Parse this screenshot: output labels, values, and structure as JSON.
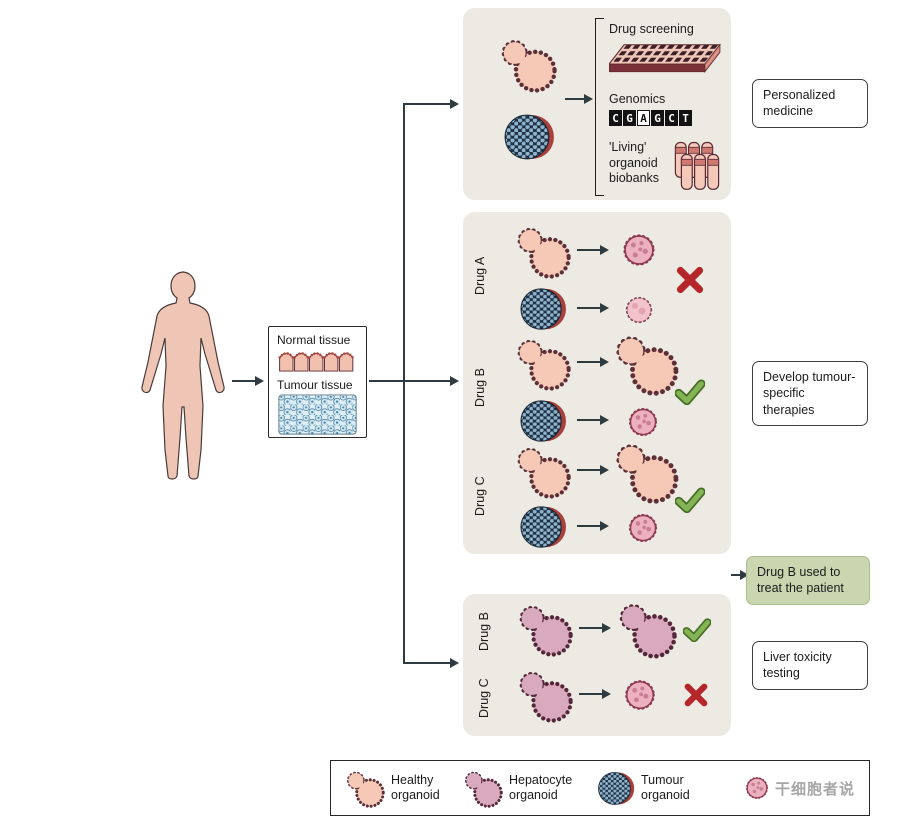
{
  "figure": {
    "tissue_box": {
      "normal": "Normal tissue",
      "tumour": "Tumour tissue"
    },
    "top_panel": {
      "drug_screening": "Drug screening",
      "genomics": "Genomics",
      "sequence": [
        "C",
        "G",
        "A",
        "G",
        "C",
        "T"
      ],
      "biobanks": "'Living' organoid biobanks"
    },
    "middle_panel": {
      "rows": [
        {
          "drug": "Drug A",
          "healthy_result": "damaged",
          "tumour_result": "survives",
          "outcome": "fail"
        },
        {
          "drug": "Drug B",
          "healthy_result": "intact",
          "tumour_result": "killed",
          "outcome": "pass"
        },
        {
          "drug": "Drug C",
          "healthy_result": "intact",
          "tumour_result": "killed",
          "outcome": "pass"
        }
      ]
    },
    "bottom_panel": {
      "rows": [
        {
          "drug": "Drug B",
          "result": "intact",
          "outcome": "pass"
        },
        {
          "drug": "Drug C",
          "result": "damaged",
          "outcome": "fail"
        }
      ]
    },
    "callouts": {
      "personalized_medicine": "Personalized medicine",
      "tumour_specific": "Develop tumour-specific therapies",
      "drug_b_note": "Drug B used to treat the patient",
      "liver_toxicity": "Liver toxicity testing"
    },
    "legend": {
      "healthy": "Healthy organoid",
      "hepatocyte": "Hepatocyte organoid",
      "tumour": "Tumour organoid",
      "watermark": "干细胞者说"
    },
    "colors": {
      "panel_bg": "#ECEAE2",
      "healthy_fill": "#F5C9B6",
      "hepatocyte_fill": "#D9AABE",
      "tumour_cells": "#8FB3CE",
      "check_green": "#85B457",
      "cross_red": "#B5262A",
      "note_green_bg": "#C9D6B0"
    }
  }
}
